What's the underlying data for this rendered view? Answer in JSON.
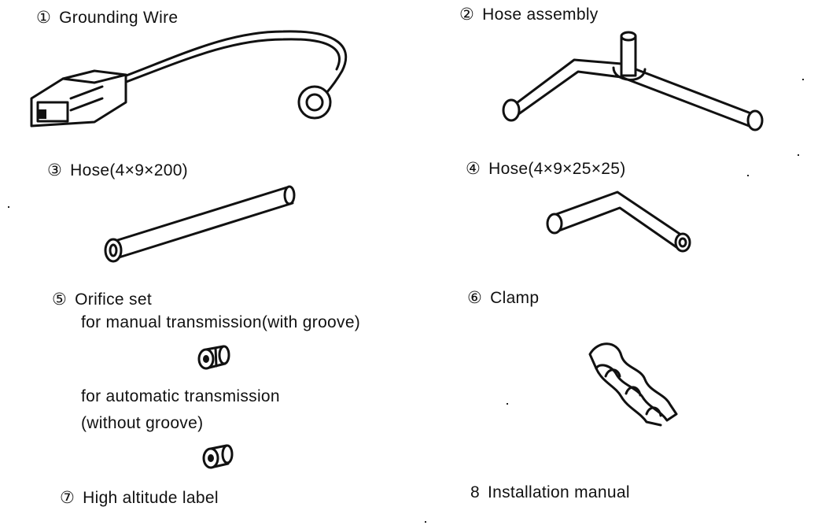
{
  "items": [
    {
      "num": "①",
      "label": "Grounding Wire"
    },
    {
      "num": "②",
      "label": "Hose assembly"
    },
    {
      "num": "③",
      "label": "Hose(4×9×200)"
    },
    {
      "num": "④",
      "label": "Hose(4×9×25×25)"
    },
    {
      "num": "⑤",
      "label": "Orifice set"
    },
    {
      "num": "⑥",
      "label": "Clamp"
    },
    {
      "num": "⑦",
      "label": "High altitude label"
    },
    {
      "num": "8",
      "label": "Installation manual"
    }
  ],
  "orifice": {
    "manual": "for manual transmission(with groove)",
    "automatic_line1": "for automatic transmission",
    "automatic_line2": "(without groove)"
  }
}
